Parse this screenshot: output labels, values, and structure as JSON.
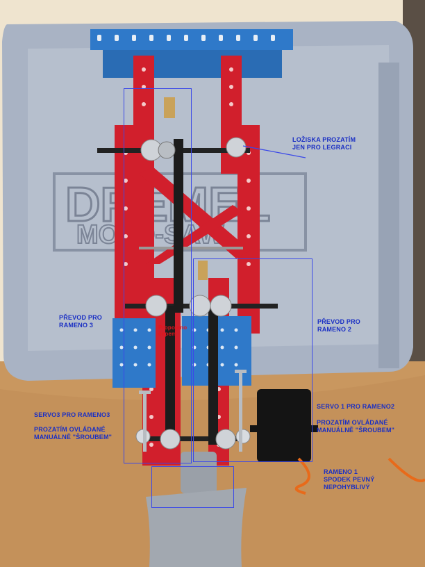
{
  "scene": {
    "case_brand_text": "DREMEL",
    "case_model_text": "MOTO-SAW",
    "colors": {
      "wall": "#efe4cf",
      "table": "#c9975f",
      "case": "#a7b1c2",
      "red_part": "#d11f2c",
      "blue_part": "#2f79c9",
      "annotation": "#1a2fc4"
    }
  },
  "annotations": {
    "bearings": "LOŽISKA PROZATÍM\nJEN PRO LEGRACI",
    "gear_arm3": "PŘEVOD PRO\nRAMENO 3",
    "gear_arm2": "PŘEVOD PRO\nRAMENO 2",
    "pin_note": "Propojeno\nčepem",
    "servo3": "SERVO3 PRO RAMENO3",
    "servo3_manual": "PROZATÍM OVLÁDANÉ\nMANUÁLNĚ \"ŠROUBEM\"",
    "servo1": "SERVO 1 PRO RAMENO2",
    "servo1_manual": "PROZATÍM OVLÁDANÉ\nMANUÁLNĚ \"ŠROUBEM\"",
    "arm1": "RAMENO 1\nSPODEK PEVNÝ\nNEPOHYBLIVÝ"
  }
}
